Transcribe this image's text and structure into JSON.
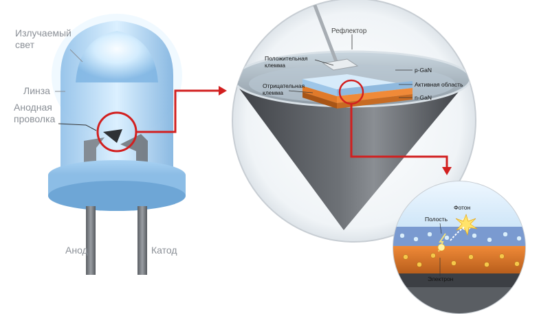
{
  "led": {
    "emitted_light": "Излучаемый свет",
    "lens": "Линза",
    "anode_wire": "Анодная проволка",
    "anode": "Анод",
    "cathode": "Катод"
  },
  "chip": {
    "reflector": "Рефлектор",
    "positive_terminal": "Положительная клемма",
    "negative_terminal": "Отрицательная клемма",
    "p_gan": "p-GaN",
    "active_region": "Активная область",
    "n_gan": "n-GaN"
  },
  "junction": {
    "photon": "Фотон",
    "hole": "Полость",
    "electron": "Электрон"
  },
  "colors": {
    "lens_blue": "#9fcbef",
    "glow": "#e8f6ff",
    "leg_gray": "#6b6f74",
    "cone_dark": "#4a4d52",
    "p_layer": "#b9d8f1",
    "active_layer": "#e07a2a",
    "n_layer": "#c76b23",
    "callout_red": "#d21f1f"
  }
}
